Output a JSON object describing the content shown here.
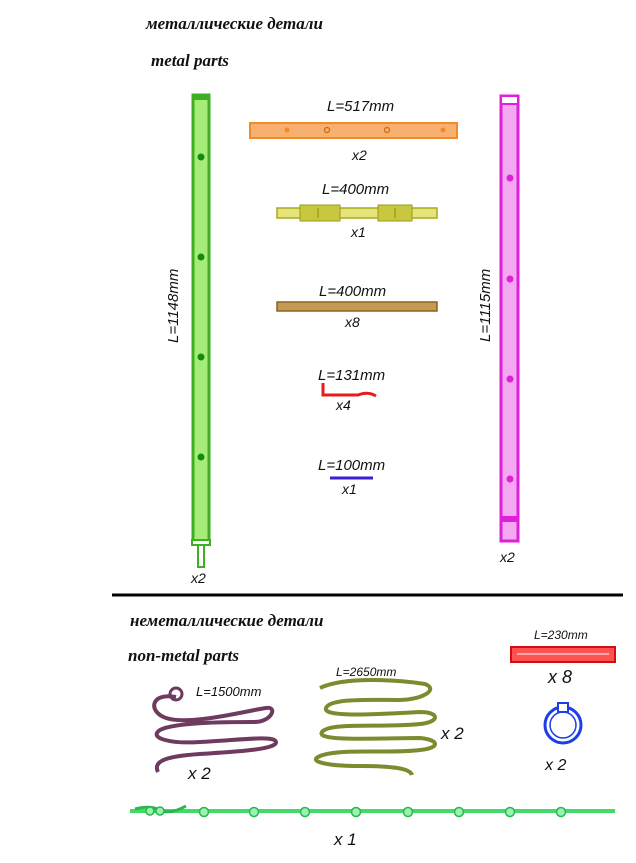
{
  "metal": {
    "title_ru": "металлические детали",
    "title_en": "metal parts",
    "green_bar": {
      "length": "L=1148mm",
      "qty": "x2",
      "color": "#3fae22"
    },
    "orange_bar": {
      "length": "L=517mm",
      "qty": "x2",
      "color": "#f39a3e"
    },
    "yellow_bar": {
      "length": "L=400mm",
      "qty": "x1",
      "color": "#cccc3a"
    },
    "brown_bar": {
      "length": "L=400mm",
      "qty": "x8",
      "color": "#a07a32"
    },
    "red_hook": {
      "length": "L=131mm",
      "qty": "x4",
      "color": "#e81a1a"
    },
    "blue_rod": {
      "length": "L=100mm",
      "qty": "x1",
      "color": "#3a1fd6"
    },
    "pink_bar": {
      "length": "L=1115mm",
      "qty": "x2",
      "color": "#e020d8"
    }
  },
  "nonmetal": {
    "title_ru": "неметаллические детали",
    "title_en": "non-metal parts",
    "purple_rope": {
      "length": "L=1500mm",
      "qty": "x 2",
      "color": "#6e3a5e"
    },
    "olive_rope": {
      "length": "L=2650mm",
      "qty": "x 2",
      "color": "#7e8a2e"
    },
    "red_strip": {
      "length": "L=230mm",
      "qty": "x 8",
      "color": "#e82a2a"
    },
    "blue_ring": {
      "qty": "x 2",
      "color": "#1c3ee6"
    },
    "green_rod": {
      "qty": "x 1",
      "color": "#45d96a"
    }
  }
}
